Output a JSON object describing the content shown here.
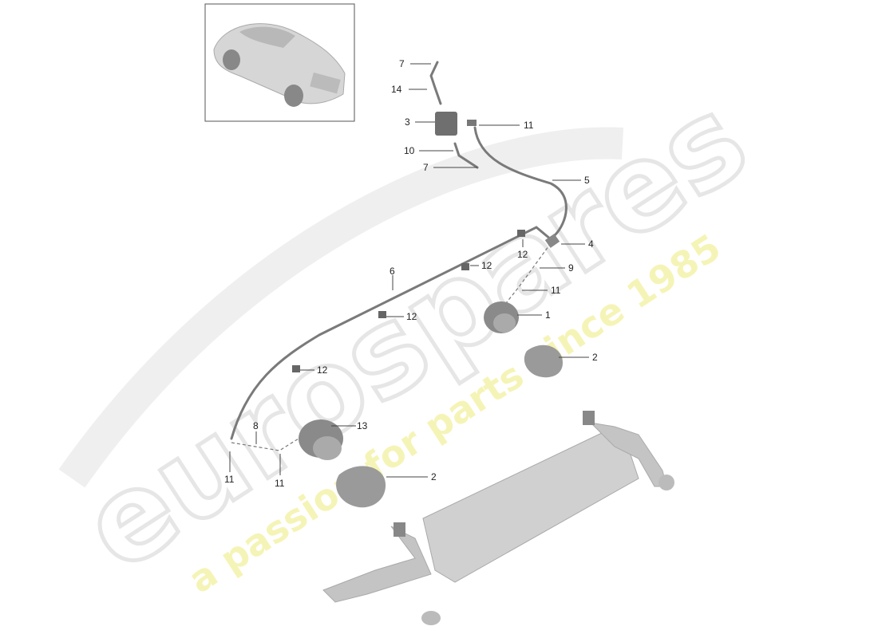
{
  "watermark": {
    "brand": "eurospares",
    "tagline": "a passion for parts since 1985",
    "brand_color": "#e6e6e6",
    "tagline_color": "#f4f2a8"
  },
  "colors": {
    "part_fill": "#9a9a9a",
    "part_dark": "#6f6f6f",
    "hose": "#7a7a7a",
    "leader": "#444444",
    "label": "#222222"
  },
  "thumbnail": {
    "subject": "car-rear-view"
  },
  "callouts": [
    "7",
    "14",
    "3",
    "11",
    "10",
    "7",
    "5",
    "4",
    "12",
    "12",
    "9",
    "6",
    "11",
    "1",
    "12",
    "2",
    "12",
    "13",
    "8",
    "11",
    "11",
    "2"
  ]
}
